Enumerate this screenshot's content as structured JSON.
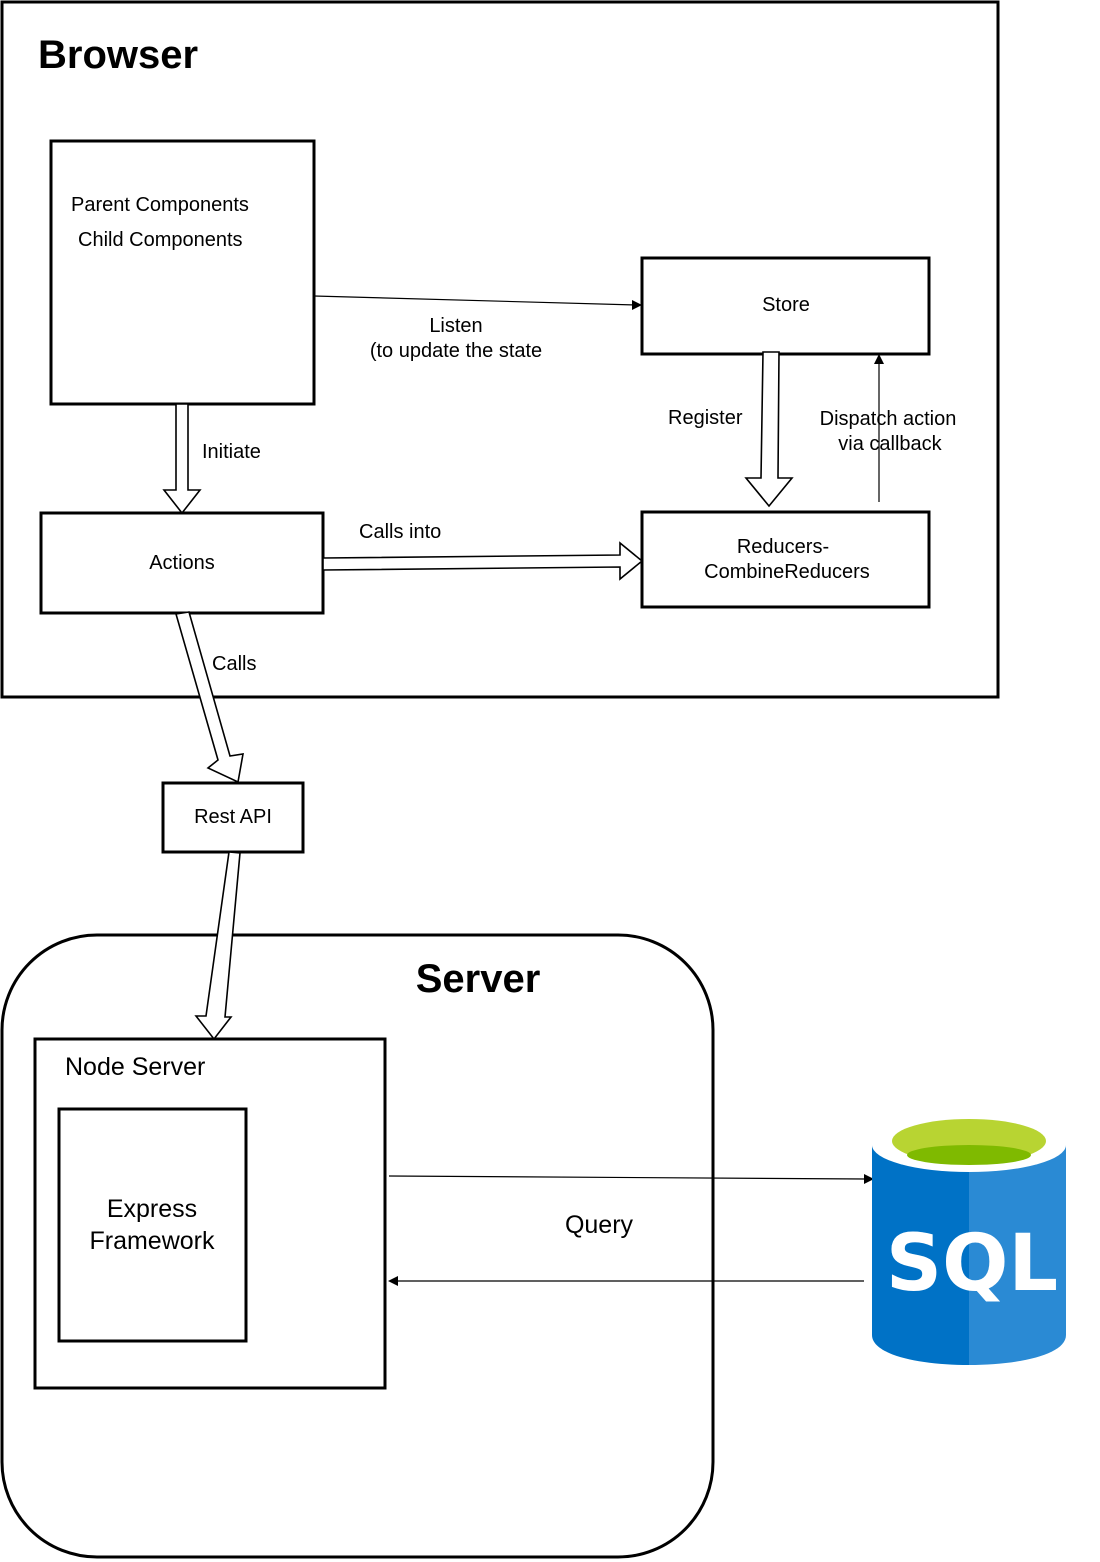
{
  "containers": {
    "browser_title": "Browser",
    "server_title": "Server"
  },
  "nodes": {
    "components_line1": "Parent Components",
    "components_line2": "Child Components",
    "store": "Store",
    "actions": "Actions",
    "reducers_line1": "Reducers-",
    "reducers_line2": "CombineReducers",
    "rest_api": "Rest API",
    "node_server": "Node Server",
    "express_line1": "Express",
    "express_line2": "Framework"
  },
  "edges": {
    "listen_line1": "Listen",
    "listen_line2": "(to update the state",
    "initiate": "Initiate",
    "register": "Register",
    "dispatch_line1": "Dispatch action",
    "dispatch_line2": "via callback",
    "calls_into": "Calls into",
    "calls": "Calls",
    "query": "Query"
  },
  "database": {
    "logo_text": "SQL",
    "colors": {
      "body_left": "#0072C6",
      "body_right": "#2A8AD4",
      "top_rim": "#B8D432",
      "top_inner": "#7FBA00"
    }
  }
}
